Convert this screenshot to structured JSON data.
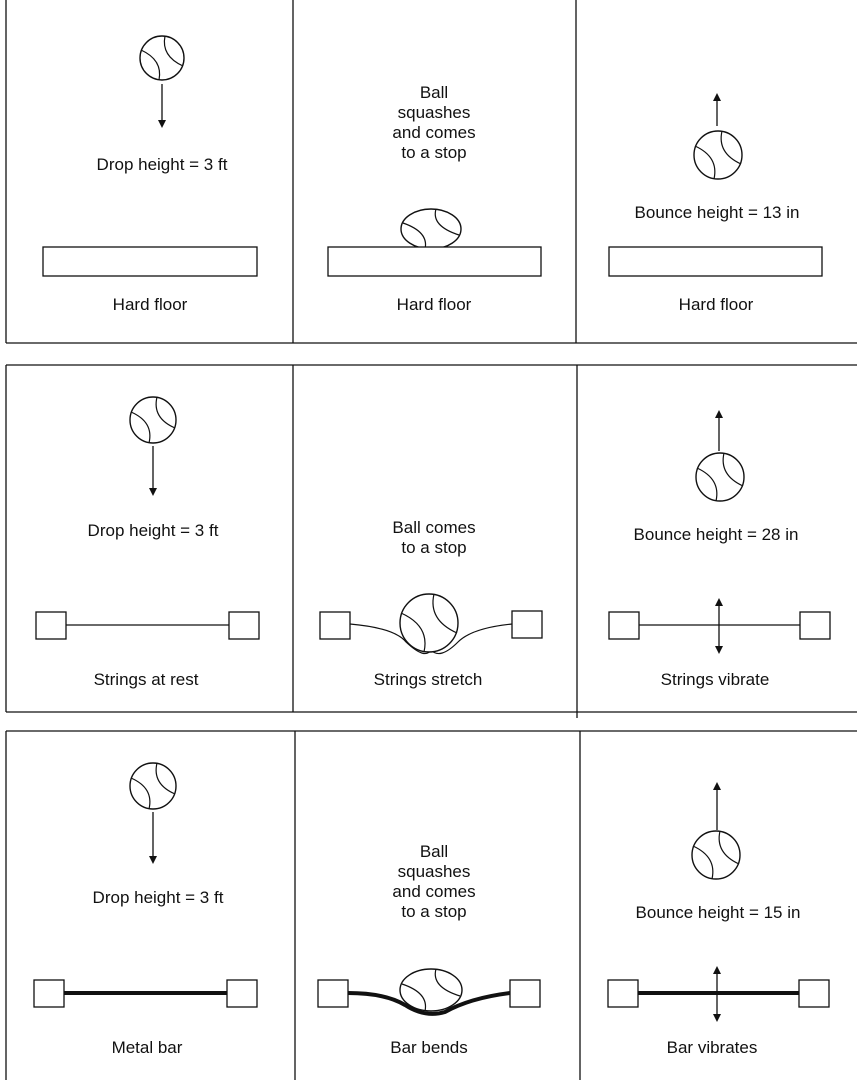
{
  "rows": [
    {
      "panels": [
        {
          "caption": "Hard floor",
          "drop_label": "Drop height = 3 ft"
        },
        {
          "caption": "Hard floor",
          "impact_lines": [
            "Ball",
            "squashes",
            "and comes",
            "to a stop"
          ]
        },
        {
          "caption": "Hard floor",
          "bounce_label": "Bounce height = 13 in"
        }
      ]
    },
    {
      "panels": [
        {
          "caption": "Strings at rest",
          "drop_label": "Drop height = 3 ft"
        },
        {
          "caption": "Strings stretch",
          "impact_lines": [
            "Ball comes",
            "to a stop"
          ]
        },
        {
          "caption": "Strings vibrate",
          "bounce_label": "Bounce height = 28 in"
        }
      ]
    },
    {
      "panels": [
        {
          "caption": "Metal bar",
          "drop_label": "Drop height = 3 ft"
        },
        {
          "caption": "Bar bends",
          "impact_lines": [
            "Ball",
            "squashes",
            "and comes",
            "to a stop"
          ]
        },
        {
          "caption": "Bar vibrates",
          "bounce_label": "Bounce height = 15 in"
        }
      ]
    }
  ]
}
